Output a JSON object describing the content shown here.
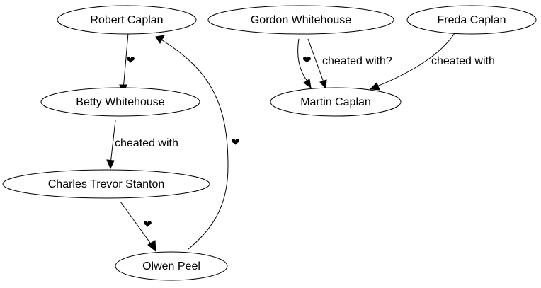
{
  "nodes": {
    "robert_caplan": "Robert Caplan",
    "betty_whitehouse": "Betty Whitehouse",
    "charles_trevor_stanton": "Charles Trevor Stanton",
    "olwen_peel": "Olwen Peel",
    "gordon_whitehouse": "Gordon Whitehouse",
    "freda_caplan": "Freda Caplan",
    "martin_caplan": "Martin Caplan"
  },
  "edges": [
    {
      "from": "Robert Caplan",
      "to": "Betty Whitehouse",
      "label": "❤"
    },
    {
      "from": "Betty Whitehouse",
      "to": "Charles Trevor Stanton",
      "label": "cheated with"
    },
    {
      "from": "Charles Trevor Stanton",
      "to": "Olwen Peel",
      "label": "❤"
    },
    {
      "from": "Olwen Peel",
      "to": "Robert Caplan",
      "label": "❤"
    },
    {
      "from": "Gordon Whitehouse",
      "to": "Martin Caplan",
      "label": "❤"
    },
    {
      "from": "Gordon Whitehouse",
      "to": "Martin Caplan",
      "label": "cheated with?"
    },
    {
      "from": "Freda Caplan",
      "to": "Martin Caplan",
      "label": "cheated with"
    }
  ],
  "colors": {
    "stroke": "#000000",
    "fill": "#ffffff"
  }
}
